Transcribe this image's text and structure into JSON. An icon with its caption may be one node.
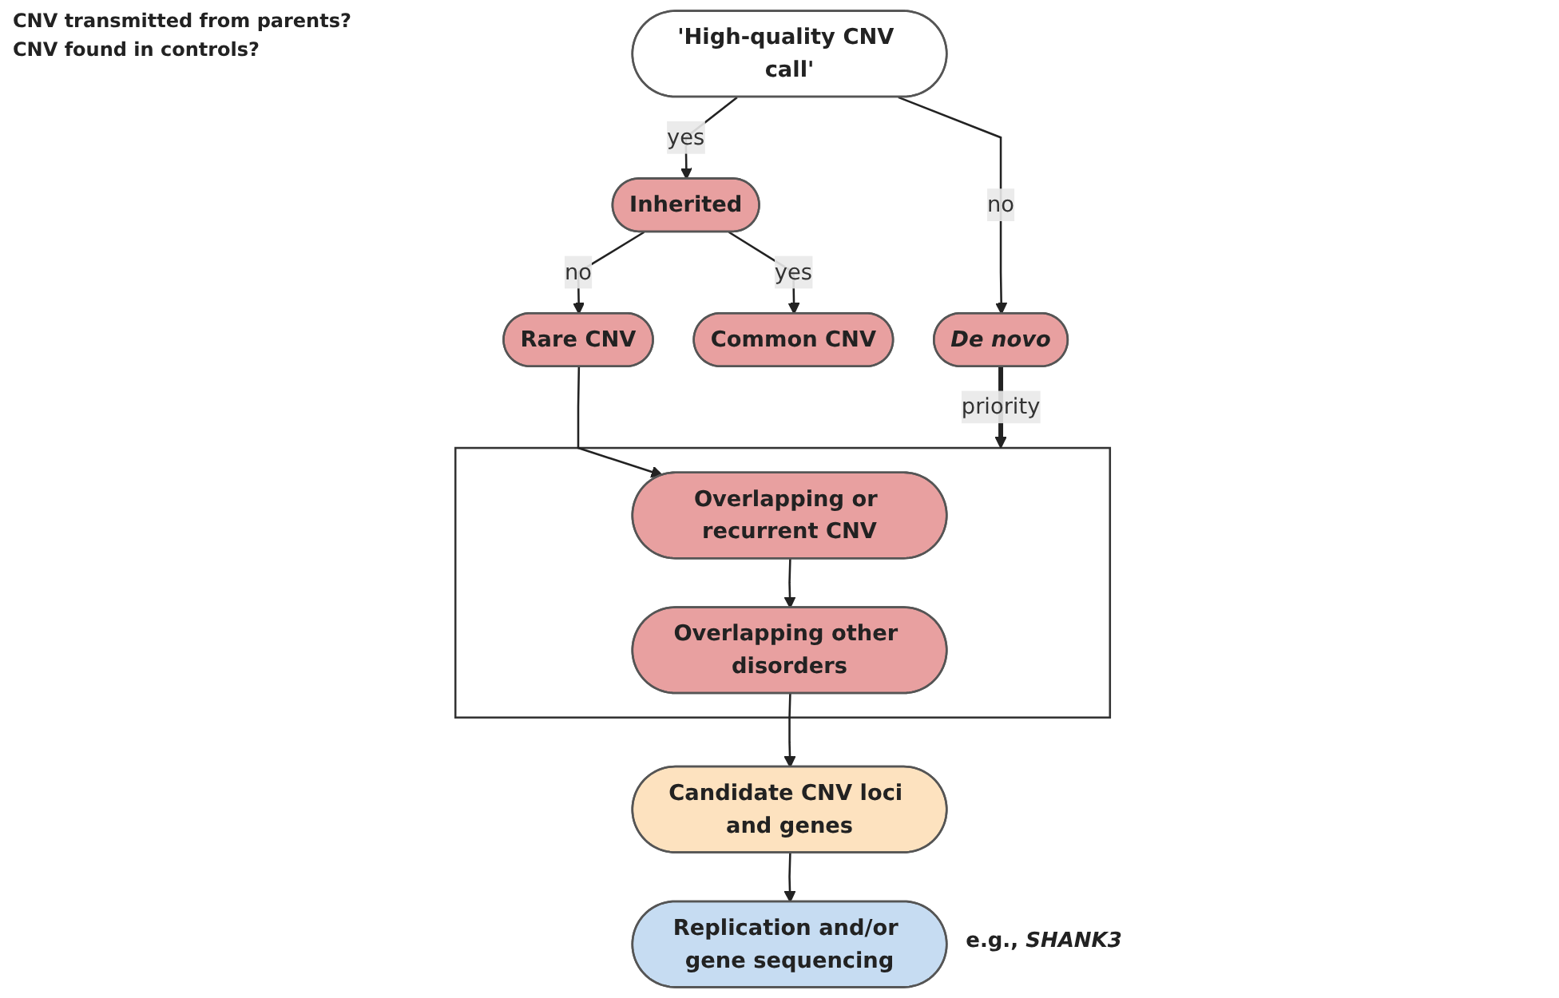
{
  "diagram": {
    "nodes": [
      {
        "text": [
          "'High-quality CNV call'"
        ]
      },
      {
        "text": [
          "Inherited"
        ]
      },
      {
        "text": [
          "De novo"
        ]
      },
      {
        "text": [
          "Common CNV"
        ]
      },
      {
        "text": [
          "Rare CNV"
        ]
      },
      {
        "text": [],
        "shape": "bracket"
      },
      {
        "text": [
          "Overlapping or recurrent CNV"
        ],
        "in": 5
      },
      {
        "text": [
          "Overlapping other disorders"
        ],
        "in": 5
      },
      {
        "text": [
          "Candidate CNV loci and genes"
        ]
      },
      {
        "text": [
          "Replication and/or gene sequencing"
        ],
        "beside": [
          "e.g., *SHANK3*"
        ]
      }
    ],
    "edges": [
      {
        "from": 0,
        "to": 1,
        "arrow": "to",
        "label": "yes"
      },
      {
        "from": 0,
        "to": 2,
        "arrow": "to",
        "label": "no"
      },
      {
        "from": 1,
        "to": 3,
        "arrow": "to",
        "label": "yes"
      },
      {
        "from": 1,
        "to": 4,
        "arrow": "to",
        "label": "no"
      },
      {
        "from": 2,
        "to": 5,
        "arrow": "to",
        "label": "priority",
        "style": "thick"
      },
      {
        "from": 4,
        "to": 6,
        "arrow": "to"
      },
      {
        "from": 6,
        "to": 7,
        "arrow": "to"
      },
      {
        "from": 7,
        "to": 8,
        "arrow": "to"
      },
      {
        "from": 8,
        "to": 9,
        "arrow": "to"
      }
    ],
    "labels": [
      "CNV transmitted from parents?",
      "CNV found in controls?"
    ]
  }
}
